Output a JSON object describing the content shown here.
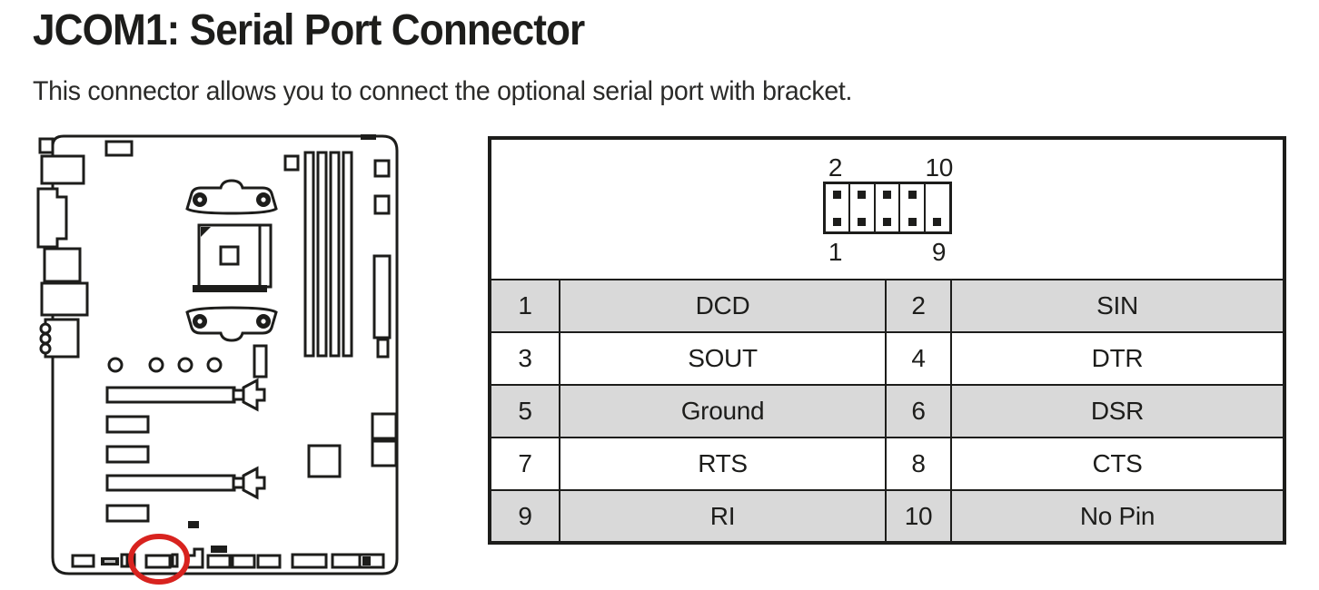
{
  "header": {
    "title": "JCOM1: Serial Port Connector",
    "description": "This connector allows you to connect the optional serial port with bracket."
  },
  "pin_diagram": {
    "top_left_label": "2",
    "top_right_label": "10",
    "bottom_left_label": "1",
    "bottom_right_label": "9",
    "columns": 5,
    "missing_pin": "top of last column (pin 10, No Pin)"
  },
  "pin_table": {
    "rows": [
      {
        "pin_a": "1",
        "signal_a": "DCD",
        "pin_b": "2",
        "signal_b": "SIN"
      },
      {
        "pin_a": "3",
        "signal_a": "SOUT",
        "pin_b": "4",
        "signal_b": "DTR"
      },
      {
        "pin_a": "5",
        "signal_a": "Ground",
        "pin_b": "6",
        "signal_b": "DSR"
      },
      {
        "pin_a": "7",
        "signal_a": "RTS",
        "pin_b": "8",
        "signal_b": "CTS"
      },
      {
        "pin_a": "9",
        "signal_a": "RI",
        "pin_b": "10",
        "signal_b": "No Pin"
      }
    ]
  },
  "diagram": {
    "highlighted_connector": "JCOM1 (bottom edge of motherboard, circled in red)"
  },
  "colors": {
    "ink": "#1d1d1b",
    "row-gray": "#d9d9d9",
    "accent-red": "#d8231f",
    "paper": "#ffffff"
  }
}
